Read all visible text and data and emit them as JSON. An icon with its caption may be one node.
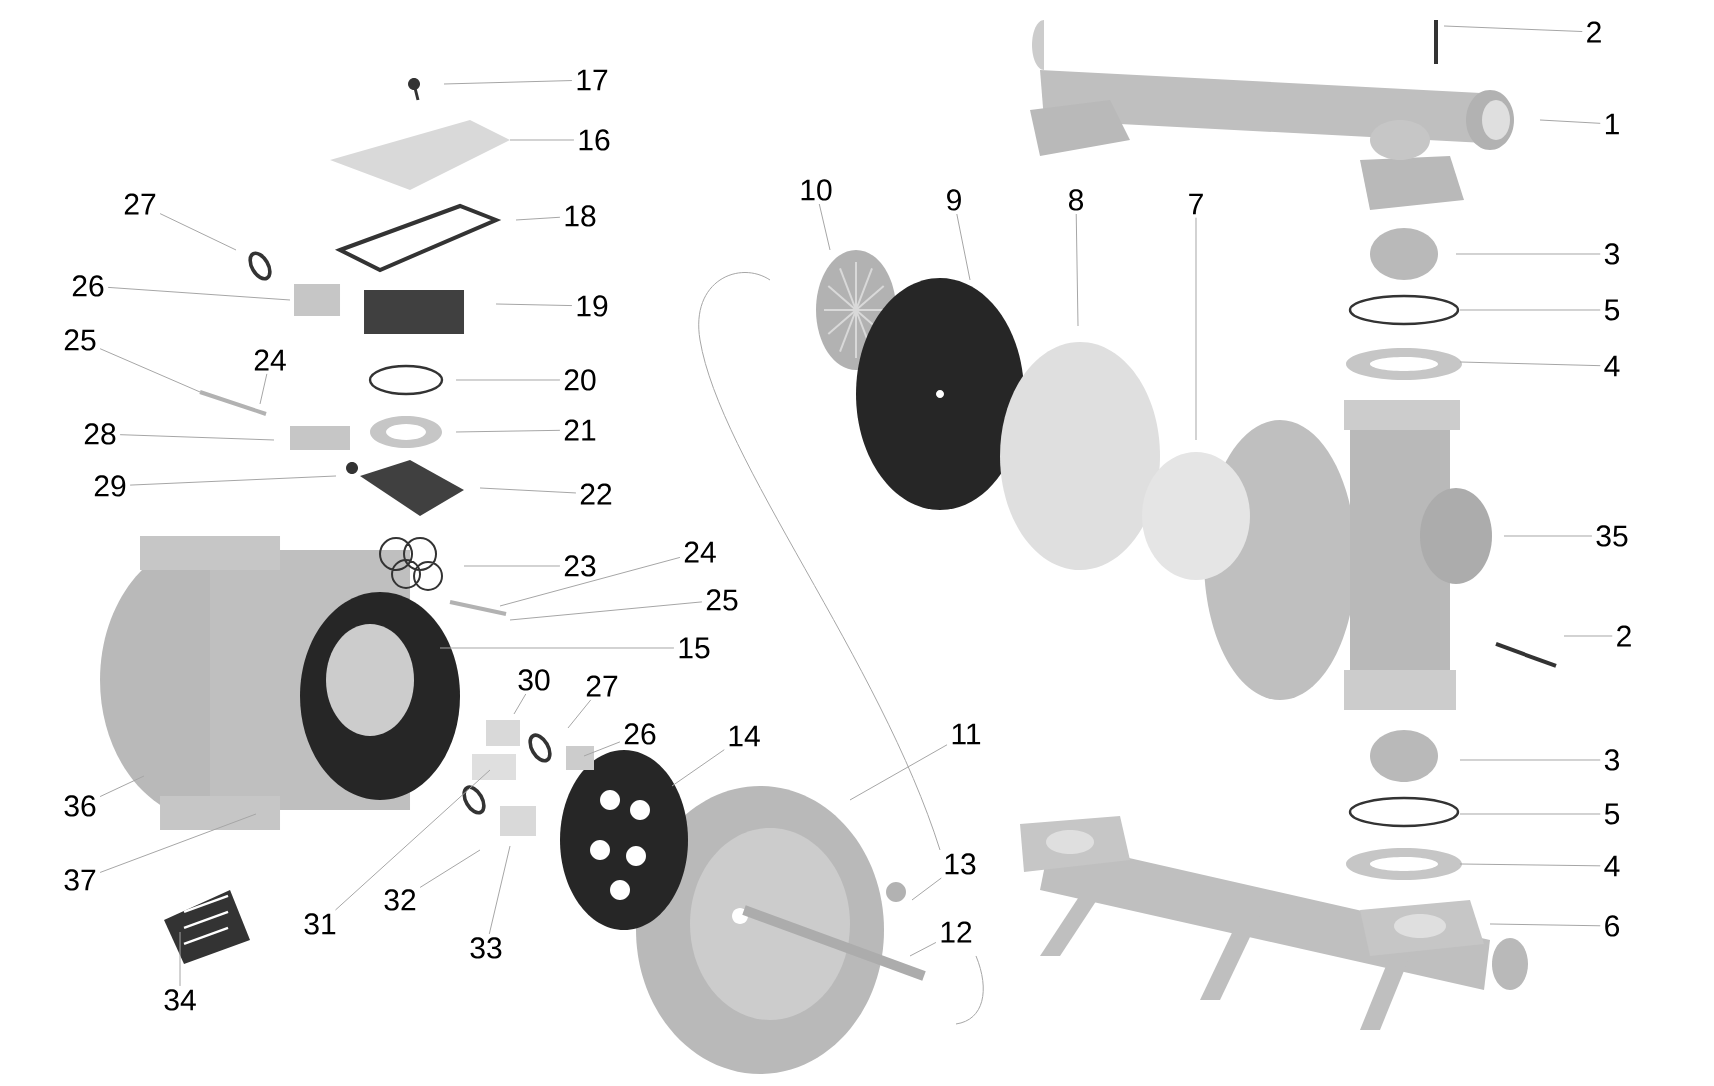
{
  "diagram": {
    "nodes": [
      {
        "text": [
          "2"
        ]
      },
      {
        "text": [
          "1"
        ]
      },
      {
        "text": [
          "17"
        ]
      },
      {
        "text": [
          "16"
        ]
      },
      {
        "text": [
          "10"
        ]
      },
      {
        "text": [
          "9"
        ]
      },
      {
        "text": [
          "8"
        ]
      },
      {
        "text": [
          "7"
        ]
      },
      {
        "text": [
          "27"
        ]
      },
      {
        "text": [
          "18"
        ]
      },
      {
        "text": [
          "3"
        ]
      },
      {
        "text": [
          "26"
        ]
      },
      {
        "text": [
          "19"
        ]
      },
      {
        "text": [
          "5"
        ]
      },
      {
        "text": [
          "4"
        ]
      },
      {
        "text": [
          "25"
        ]
      },
      {
        "text": [
          "24"
        ]
      },
      {
        "text": [
          "20"
        ]
      },
      {
        "text": [
          "28"
        ]
      },
      {
        "text": [
          "21"
        ]
      },
      {
        "text": [
          "29"
        ]
      },
      {
        "text": [
          "22"
        ]
      },
      {
        "text": [
          "35"
        ]
      },
      {
        "text": [
          "23"
        ]
      },
      {
        "text": [
          "24"
        ]
      },
      {
        "text": [
          "25"
        ]
      },
      {
        "text": [
          "15"
        ]
      },
      {
        "text": [
          "2"
        ]
      },
      {
        "text": [
          "30"
        ]
      },
      {
        "text": [
          "27"
        ]
      },
      {
        "text": [
          "26"
        ]
      },
      {
        "text": [
          "14"
        ]
      },
      {
        "text": [
          "11"
        ]
      },
      {
        "text": [
          "36"
        ]
      },
      {
        "text": [
          "3"
        ]
      },
      {
        "text": [
          "5"
        ]
      },
      {
        "text": [
          "37"
        ]
      },
      {
        "text": [
          "4"
        ]
      },
      {
        "text": [
          "31"
        ]
      },
      {
        "text": [
          "32"
        ]
      },
      {
        "text": [
          "13"
        ]
      },
      {
        "text": [
          "33"
        ]
      },
      {
        "text": [
          "6"
        ]
      },
      {
        "text": [
          "12"
        ]
      },
      {
        "text": [
          "34"
        ]
      }
    ],
    "edges": [
      {
        "from": 0,
        "to": null,
        "arrow": "none"
      },
      {
        "from": 1,
        "to": null,
        "arrow": "none"
      },
      {
        "from": 2,
        "to": null,
        "arrow": "none"
      },
      {
        "from": 3,
        "to": null,
        "arrow": "none"
      },
      {
        "from": 4,
        "to": null,
        "arrow": "none"
      },
      {
        "from": 5,
        "to": null,
        "arrow": "none"
      },
      {
        "from": 6,
        "to": null,
        "arrow": "none"
      },
      {
        "from": 7,
        "to": null,
        "arrow": "none"
      },
      {
        "from": 8,
        "to": null,
        "arrow": "none"
      },
      {
        "from": 9,
        "to": null,
        "arrow": "none"
      },
      {
        "from": 10,
        "to": null,
        "arrow": "none"
      },
      {
        "from": 11,
        "to": null,
        "arrow": "none"
      },
      {
        "from": 12,
        "to": null,
        "arrow": "none"
      },
      {
        "from": 13,
        "to": null,
        "arrow": "none"
      },
      {
        "from": 14,
        "to": null,
        "arrow": "none"
      },
      {
        "from": 15,
        "to": null,
        "arrow": "none"
      },
      {
        "from": 16,
        "to": null,
        "arrow": "none"
      },
      {
        "from": 17,
        "to": null,
        "arrow": "none"
      },
      {
        "from": 18,
        "to": null,
        "arrow": "none"
      },
      {
        "from": 19,
        "to": null,
        "arrow": "none"
      },
      {
        "from": 20,
        "to": null,
        "arrow": "none"
      },
      {
        "from": 21,
        "to": null,
        "arrow": "none"
      },
      {
        "from": 22,
        "to": null,
        "arrow": "none"
      },
      {
        "from": 23,
        "to": null,
        "arrow": "none"
      },
      {
        "from": 24,
        "to": null,
        "arrow": "none"
      },
      {
        "from": 25,
        "to": null,
        "arrow": "none"
      },
      {
        "from": 26,
        "to": null,
        "arrow": "none"
      },
      {
        "from": 27,
        "to": null,
        "arrow": "none"
      },
      {
        "from": 28,
        "to": null,
        "arrow": "none"
      },
      {
        "from": 29,
        "to": null,
        "arrow": "none"
      },
      {
        "from": 30,
        "to": null,
        "arrow": "none"
      },
      {
        "from": 31,
        "to": null,
        "arrow": "none"
      },
      {
        "from": 32,
        "to": null,
        "arrow": "none"
      },
      {
        "from": 33,
        "to": null,
        "arrow": "none"
      },
      {
        "from": 34,
        "to": null,
        "arrow": "none"
      },
      {
        "from": 35,
        "to": null,
        "arrow": "none"
      },
      {
        "from": 36,
        "to": null,
        "arrow": "none"
      },
      {
        "from": 37,
        "to": null,
        "arrow": "none"
      },
      {
        "from": 38,
        "to": null,
        "arrow": "none"
      },
      {
        "from": 39,
        "to": null,
        "arrow": "none"
      },
      {
        "from": 40,
        "to": null,
        "arrow": "none"
      },
      {
        "from": 41,
        "to": null,
        "arrow": "none"
      },
      {
        "from": 42,
        "to": null,
        "arrow": "none"
      },
      {
        "from": 43,
        "to": null,
        "arrow": "none"
      },
      {
        "from": 44,
        "to": null,
        "arrow": "none"
      }
    ]
  }
}
